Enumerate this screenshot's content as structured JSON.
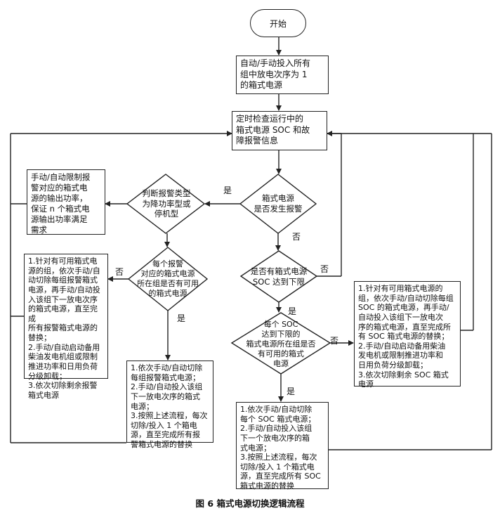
{
  "start": "开始",
  "step1": "自动/手动投入所有\n组中放电次序为 1\n的箱式电源",
  "step2": "定时检查运行中的\n箱式电源 SOC 和故\n障报警信息",
  "decision_alarm": "箱式电源\n是否发生报警",
  "decision_type": "判断报警类型\n为降功率型或\n停机型",
  "box_power_limit": "手动/自动限制报\n警对应的箱式电\n源的输出功率，\n保证 n 个箱式电\n源输出功率满足\n需求",
  "decision_group_alarm": "每个报警\n对应的箱式电源\n所在组是否有可用\n的箱式电源",
  "box_left_no": "1.针对有可用箱式电\n源的组，依次手动/自\n动切除每组报警箱式\n电源，再手动/自动投\n入该组下一放电次序\n的箱式电源，直至完成\n所有报警箱式电源的\n替换；\n2.手动/自动启动备用\n柴油发电机组或限制\n推进功率和日用负荷\n分级卸载；\n3.依次切除剩余报警\n箱式电源",
  "box_left_yes": "1.依次手动/自动切除\n每组报警箱式电源；\n2.手动/自动投入该组\n下一放电次序的箱式\n电源；\n3.按照上述流程，每次\n切除/投入 1 个箱电\n源，直至完成所有报\n警箱式电源的替换",
  "decision_soc": "是否有箱式电源\nSOC 达到下限",
  "decision_soc_group": "每个 SOC\n达到下限的\n箱式电源所在组是否\n有可用的箱式\n电源",
  "box_right_no": "1.针对有可用箱式电源的\n组，依次手动/自动切除每组\nSOC 的箱式电源，再手动/\n自动投入该组下一放电次\n序的箱式电源，直至完成所\n有 SOC 箱式电源的替换；\n2.手动/自动启动备用柴油\n发电机或限制推进功率和\n日用负荷分级卸载；\n3.依次切除剩余 SOC 箱式\n电源",
  "box_center_yes": "1.依次手动/自动切除\n每个 SOC 箱式电源；\n2.手动/自动投入该组\n下一个放电次序的箱\n式电源；\n3.按照上述流程，每次\n切除/投入 1 个箱式电\n源，直至完成所有 SOC\n箱式电源的替换",
  "labels": {
    "yes": "是",
    "no": "否"
  },
  "caption": "图 6    箱式电源切换逻辑流程"
}
